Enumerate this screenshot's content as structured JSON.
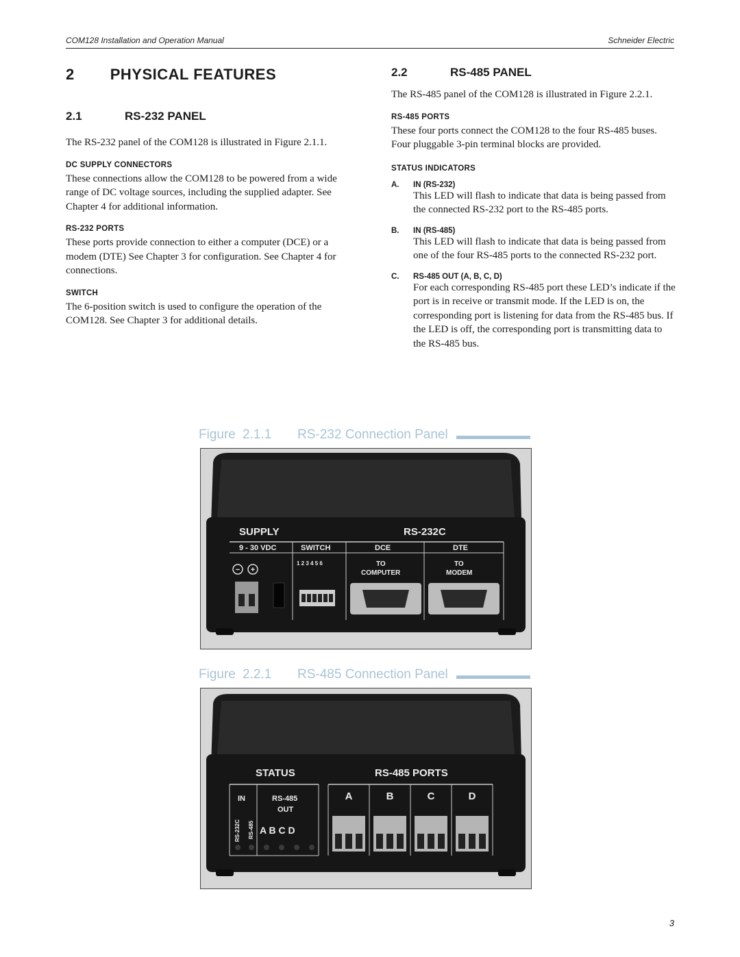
{
  "header": {
    "left": "COM128 Installation and Operation Manual",
    "right": "Schneider Electric"
  },
  "chapter": {
    "number": "2",
    "title": "PHYSICAL FEATURES"
  },
  "section_2_1": {
    "number": "2.1",
    "title": "RS-232 PANEL",
    "intro": "The RS-232 panel of the COM128 is illustrated in Figure 2.1.1.",
    "dc_heading": "DC SUPPLY CONNECTORS",
    "dc_text": "These connections allow the COM128 to be powered from a wide range of DC voltage sources, including the supplied adapter. See Chapter 4 for additional information.",
    "ports_heading": "RS-232 PORTS",
    "ports_text": "These ports provide connection to either a computer (DCE) or a modem (DTE) See Chapter 3 for configuration. See Chapter 4 for connections.",
    "switch_heading": "SWITCH",
    "switch_text": "The 6-position switch is used to configure the operation of the COM128. See Chapter 3 for additional details."
  },
  "section_2_2": {
    "number": "2.2",
    "title": "RS-485 PANEL",
    "intro": "The RS-485 panel of the COM128 is illustrated in Figure 2.2.1.",
    "ports_heading": "RS-485 PORTS",
    "ports_text": "These four ports connect the COM128 to the four RS-485 buses. Four pluggable 3-pin terminal blocks are provided.",
    "status_heading": "STATUS INDICATORS",
    "items": [
      {
        "letter": "A.",
        "label": "IN (RS-232)",
        "text": "This LED will flash to indicate that data is being passed from the connected RS-232 port to the RS-485 ports."
      },
      {
        "letter": "B.",
        "label": "IN (RS-485)",
        "text": "This LED will flash to indicate that data is being passed from one of the four RS-485 ports to the connected RS-232 port."
      },
      {
        "letter": "C.",
        "label": "RS-485 OUT (A, B, C, D)",
        "text": "For each corresponding RS-485 port these LED’s indicate if the port is in receive or transmit mode. If the LED is on, the corresponding port is listening for data from the RS-485 bus. If the LED is off, the corresponding port is transmitting data to the RS-485 bus."
      }
    ]
  },
  "figure_1": {
    "word": "Figure",
    "number": "2.1.1",
    "title": "RS-232 Connection Panel",
    "panel": {
      "supply": "SUPPLY",
      "rs232c": "RS-232C",
      "vdc": "9 - 30 VDC",
      "switch": "SWITCH",
      "dce": "DCE",
      "dte": "DTE",
      "switch_nums": "1 2 3 4 5 6",
      "to1": "TO",
      "computer": "COMPUTER",
      "to2": "TO",
      "modem": "MODEM",
      "minus": "−",
      "plus": "+"
    }
  },
  "figure_2": {
    "word": "Figure",
    "number": "2.2.1",
    "title": "RS-485 Connection Panel",
    "panel": {
      "status": "STATUS",
      "rs485_ports": "RS-485 PORTS",
      "in": "IN",
      "rs485": "RS-485",
      "out": "OUT",
      "rs232c_vert": "RS-232C",
      "rs485_vert": "RS-485",
      "abcd": "A B C D",
      "port_a": "A",
      "port_b": "B",
      "port_c": "C",
      "port_d": "D"
    }
  },
  "page_number": "3"
}
